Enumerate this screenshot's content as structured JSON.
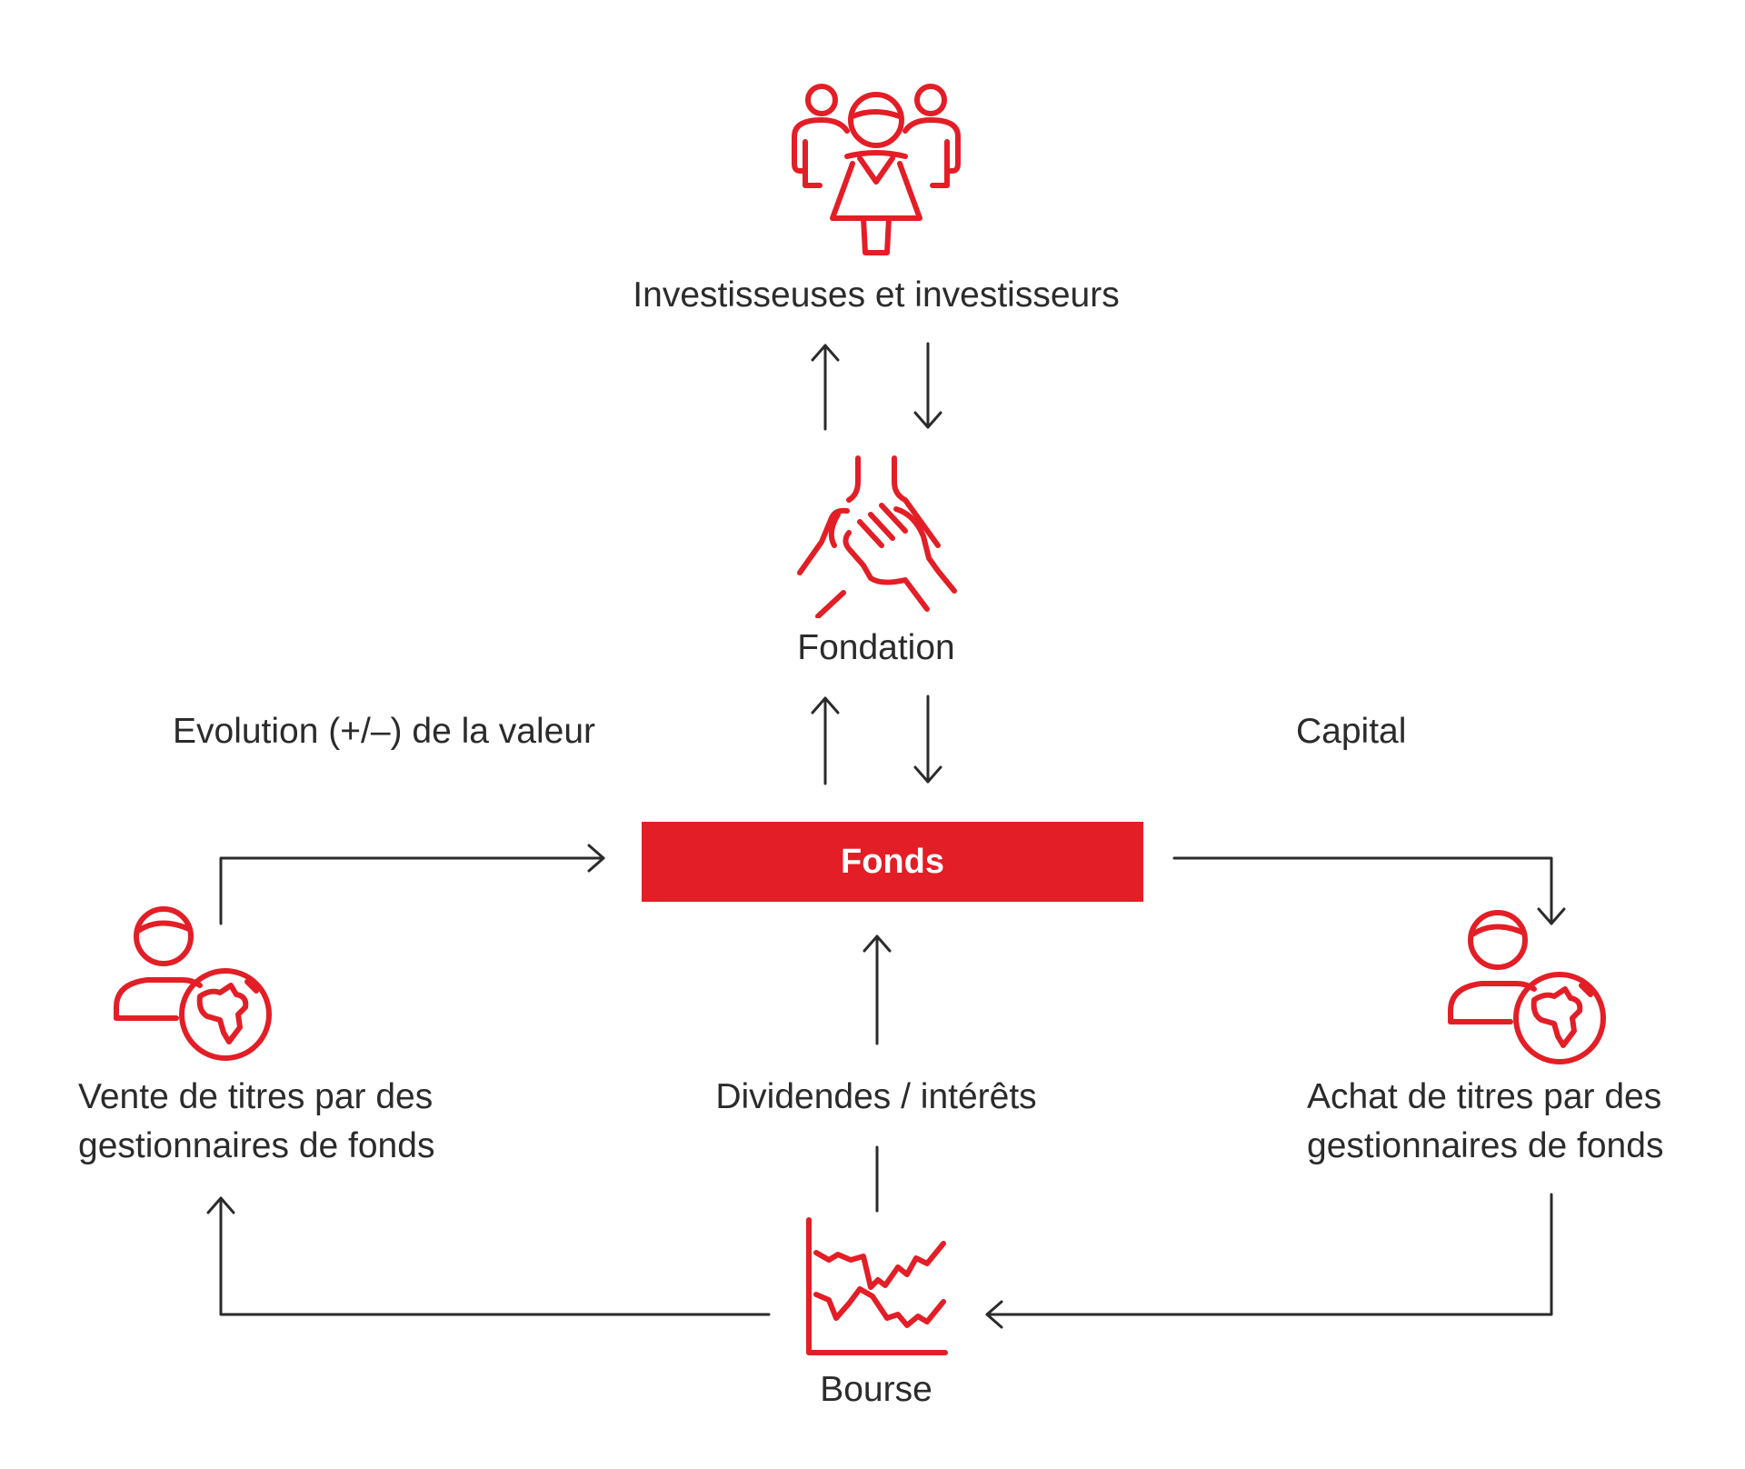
{
  "colors": {
    "accent": "#e31e26",
    "line": "#2b2b2b",
    "text": "#2b2b2b",
    "background": "#ffffff"
  },
  "nodes": {
    "investors": {
      "label": "Investisseuses et investisseurs",
      "icon": "group-of-people-icon"
    },
    "foundation": {
      "label": "Fondation",
      "icon": "joined-hands-icon"
    },
    "fund": {
      "label": "Fonds"
    },
    "sale": {
      "line1": "Vente de titres par des",
      "line2": "gestionnaires de fonds",
      "icon": "person-globe-icon"
    },
    "purchase": {
      "line1": "Achat de titres par des",
      "line2": "gestionnaires de fonds",
      "icon": "person-globe-icon"
    },
    "exchange": {
      "label": "Bourse",
      "icon": "stock-chart-icon"
    }
  },
  "edge_labels": {
    "value_change": "Evolution (+/–) de la valeur",
    "capital": "Capital",
    "dividends": "Dividendes / intérêts"
  }
}
